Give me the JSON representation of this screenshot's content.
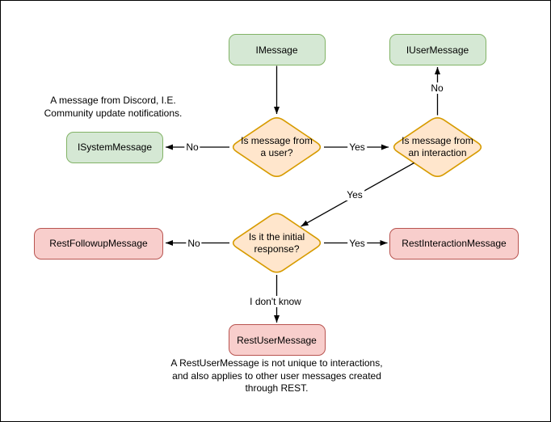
{
  "colors": {
    "background": "#ffffff",
    "canvas_border": "#000000",
    "interface_node_fill": "#d5e8d4",
    "interface_node_border": "#82b366",
    "decision_fill": "#ffe6cc",
    "decision_border": "#d79b00",
    "rest_node_fill": "#f8cecc",
    "rest_node_border": "#b85450",
    "connector": "#000000",
    "text": "#000000"
  },
  "nodes": {
    "imessage": "IMessage",
    "iusermessage": "IUserMessage",
    "isystemmessage": "ISystemMessage",
    "restfollowupmessage": "RestFollowupMessage",
    "restinteractionmessage": "RestInteractionMessage",
    "restusermessage": "RestUserMessage"
  },
  "decisions": {
    "from_user": "Is message from\na user?",
    "from_interaction": "Is message from\nan interaction",
    "initial_response": "Is it the initial\nresponse?"
  },
  "edges": {
    "user_no": "No",
    "user_yes": "Yes",
    "interaction_no": "No",
    "interaction_yes": "Yes",
    "initial_no": "No",
    "initial_yes": "Yes",
    "initial_unknown": "I don't know"
  },
  "annotations": {
    "system_note": "A message from Discord, I.E.\nCommunity update notifications.",
    "rest_user_note": "A RestUserMessage is not unique to interactions,\nand also applies to other user messages created\nthrough REST."
  }
}
